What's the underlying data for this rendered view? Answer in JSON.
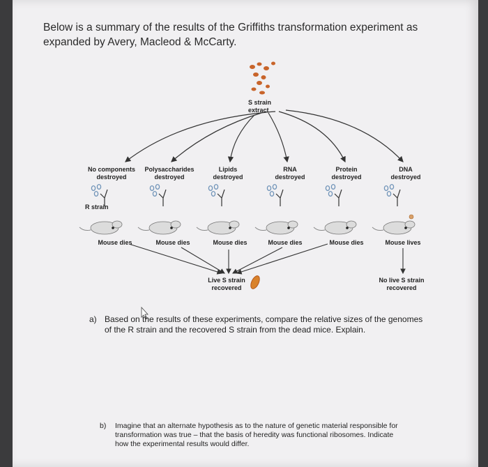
{
  "heading": "Below is a summary of the results of the Griffiths transformation experiment as expanded by Avery, Macleod & McCarty.",
  "figure": {
    "source_label_line1": "S strain",
    "source_label_line2": "extract",
    "treatments": [
      {
        "line1": "No components",
        "line2": "destroyed",
        "outcome": "Mouse dies"
      },
      {
        "line1": "Polysaccharides",
        "line2": "destroyed",
        "outcome": "Mouse dies"
      },
      {
        "line1": "Lipids",
        "line2": "destroyed",
        "outcome": "Mouse dies"
      },
      {
        "line1": "RNA",
        "line2": "destroyed",
        "outcome": "Mouse dies"
      },
      {
        "line1": "Protein",
        "line2": "destroyed",
        "outcome": "Mouse dies"
      },
      {
        "line1": "DNA",
        "line2": "destroyed",
        "outcome": "Mouse lives"
      }
    ],
    "r_strain_label": "R strain",
    "result_live_line1": "Live S strain",
    "result_live_line2": "recovered",
    "result_none_line1": "No live S strain",
    "result_none_line2": "recovered",
    "colors": {
      "bacteria": "#c8642a",
      "rstrain": "#6f93b8",
      "arrow": "#333333",
      "mouse": "#dcdcdc"
    }
  },
  "question_a": {
    "number": "a)",
    "text": "Based on the results of these experiments, compare the relative sizes of the genomes of the R strain and the recovered S strain from the dead mice. Explain."
  },
  "question_b": {
    "number": "b)",
    "text": "Imagine that an alternate hypothesis as to the nature of genetic material responsible for transformation was true – that the basis of heredity was functional ribosomes. Indicate how the experimental results would differ."
  }
}
